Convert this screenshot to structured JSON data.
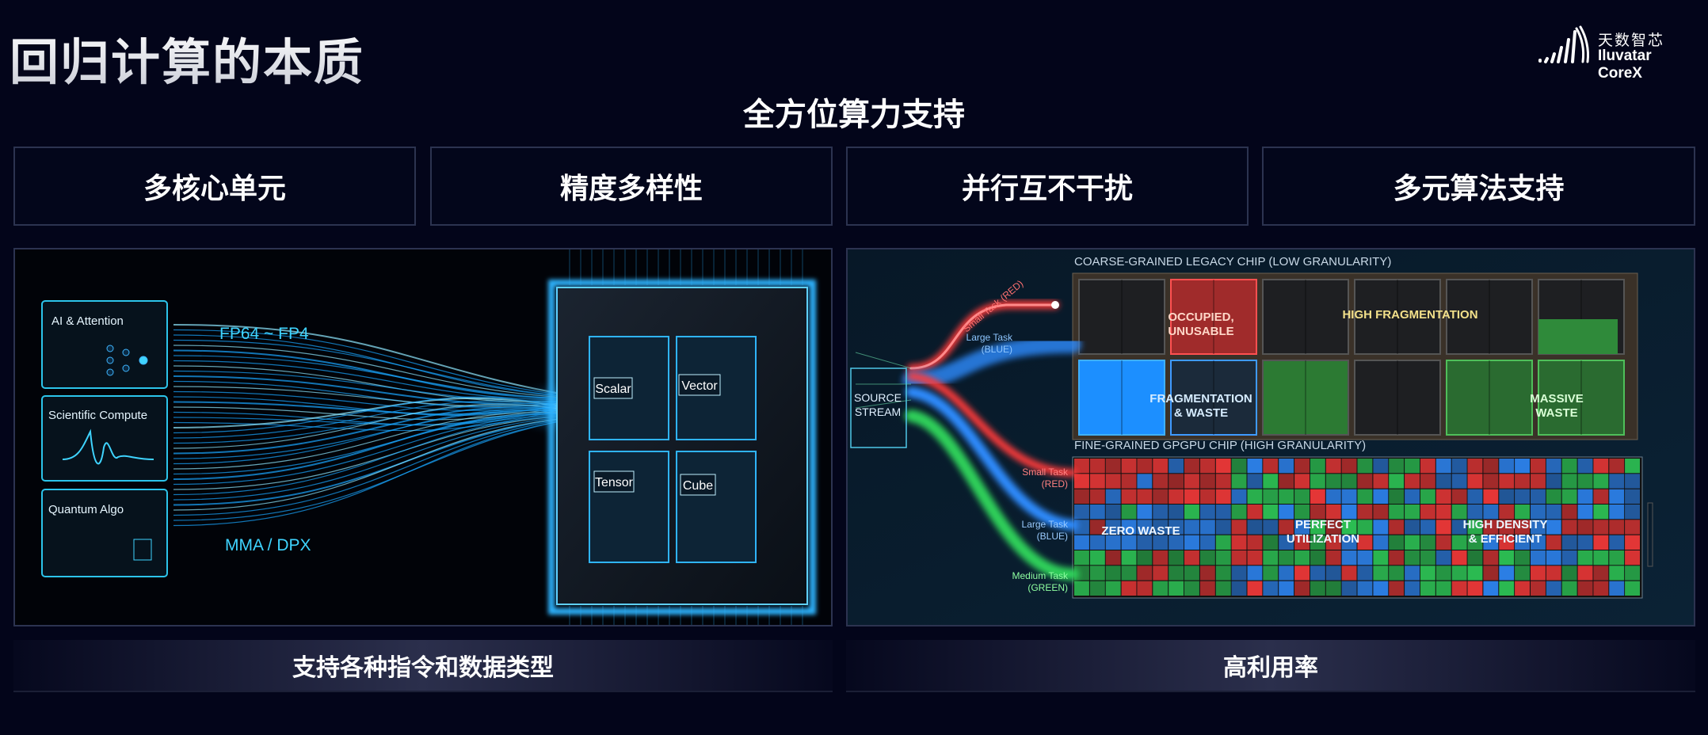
{
  "header": {
    "title": "回归计算的本质",
    "logo": {
      "cn": "天数智芯",
      "en": "Iluvatar CoreX"
    }
  },
  "subtitle": "全方位算力支持",
  "features": [
    "多核心单元",
    "精度多样性",
    "并行互不干扰",
    "多元算法支持"
  ],
  "left_panel": {
    "cards": [
      "AI & Attention",
      "Scientific Compute",
      "Quantum Algo"
    ],
    "precision_label": "FP64 ~ FP4",
    "instr_label": "MMA / DPX",
    "units": [
      "Scalar",
      "Vector",
      "Tensor",
      "Cube"
    ],
    "caption": "支持各种指令和数据类型"
  },
  "right_panel": {
    "source": [
      "SOURCE",
      "STREAM"
    ],
    "top_title": "COARSE-GRAINED LEGACY CHIP (LOW GRANULARITY)",
    "bottom_title": "FINE-GRAINED GPGPU CHIP (HIGH GRANULARITY)",
    "top_labels": {
      "occupied": [
        "OCCUPIED,",
        "UNUSABLE"
      ],
      "high_frag": "HIGH FRAGMENTATION",
      "frag_waste": [
        "FRAGMENTATION",
        "& WASTE"
      ],
      "massive": [
        "MASSIVE",
        "WASTE"
      ]
    },
    "tasks_top": [
      "Small Task (RED)",
      "Large Task",
      "(BLUE)"
    ],
    "tasks_bottom": [
      [
        "Small Task",
        "(RED)"
      ],
      [
        "Large Task",
        "(BLUE)"
      ],
      [
        "Medium Task",
        "(GREEN)"
      ]
    ],
    "bottom_labels": {
      "zero": "ZERO WASTE",
      "perfect": [
        "PERFECT",
        "UTILIZATION"
      ],
      "density": [
        "HIGH DENSITY",
        "& EFFICIENT"
      ]
    },
    "caption": "高利用率"
  },
  "colors": {
    "red": "#ff3b3b",
    "blue": "#2f8cff",
    "green": "#2fd05a",
    "cyan": "#3fd4ff"
  }
}
